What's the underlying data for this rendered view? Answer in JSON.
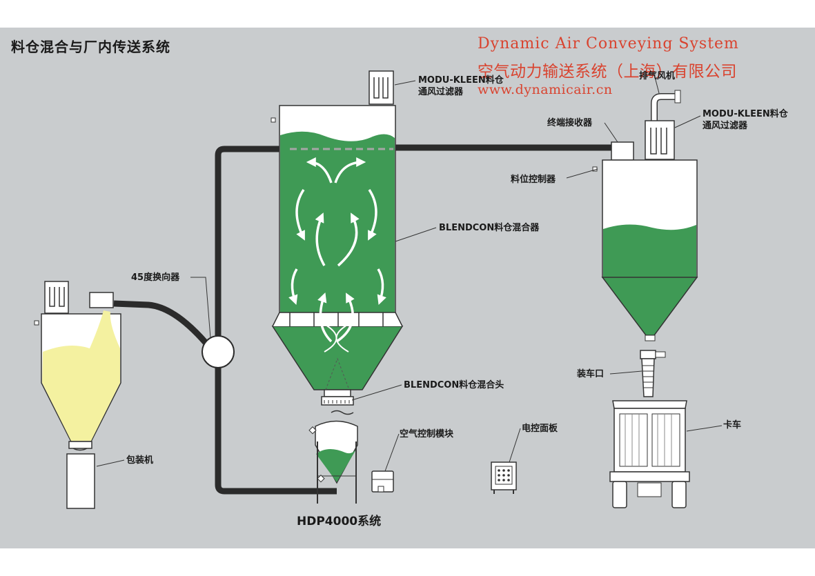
{
  "title": "料仓混合与厂内传送系统",
  "watermark": {
    "line1": "Dynamic Air Conveying System",
    "line2": "空气动力输送系统（上海）有限公司",
    "line3": "www.dynamicair.cn"
  },
  "labels": {
    "modu_kleen_1": "MODU-KLEEN料仓",
    "modu_kleen_1b": "通风过滤器",
    "exhaust_fan": "排气风机",
    "modu_kleen_2": "MODU-KLEEN料仓",
    "modu_kleen_2b": "通风过滤器",
    "terminal_receiver": "终端接收器",
    "level_control": "料位控制器",
    "blendcon_bin": "BLENDCON料仓混合器",
    "diverter": "45度换向器",
    "blendcon_head": "BLENDCON料仓混合头",
    "air_module": "空气控制模块",
    "control_panel": "电控面板",
    "loading_spout": "装车口",
    "truck": "卡车",
    "packer": "包装机",
    "hdp": "HDP4000系统"
  },
  "colors": {
    "background": "#c9ccce",
    "green": "#3f9a55",
    "yellow": "#f4f1a0",
    "pipe": "#2b2b2b",
    "watermark": "#d9432f"
  }
}
